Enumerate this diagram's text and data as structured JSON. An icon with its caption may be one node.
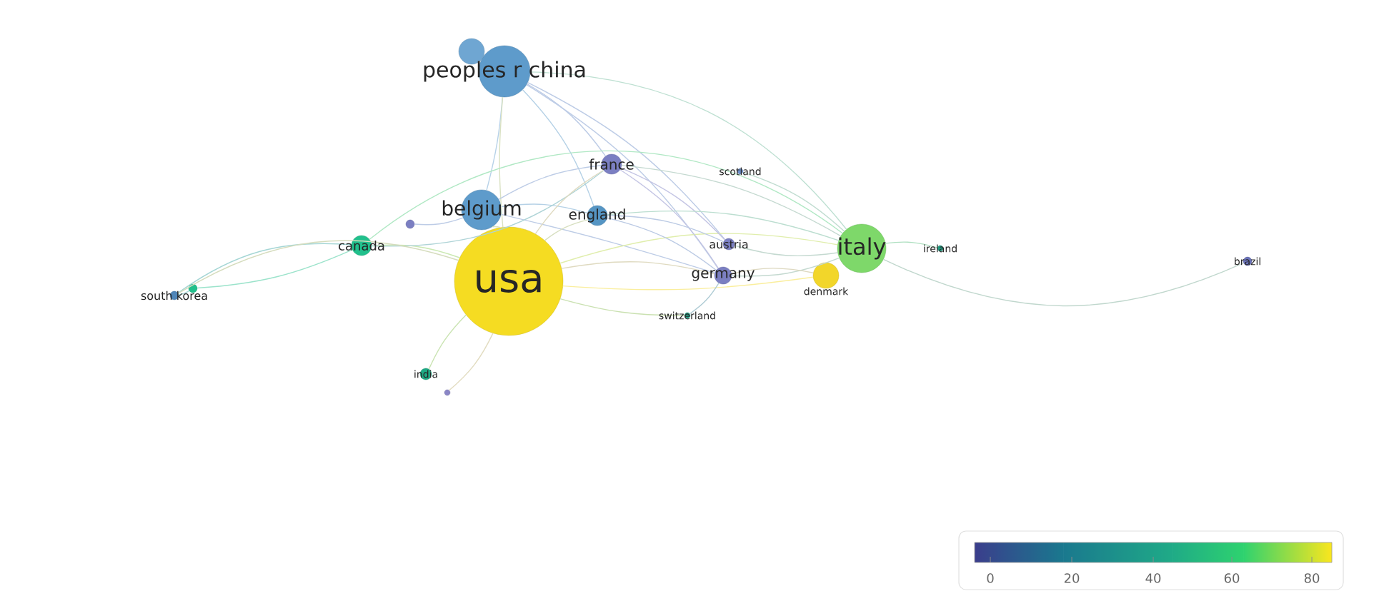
{
  "diagram": {
    "nodes": [
      {
        "text": [
          "peoples r china"
        ]
      },
      {
        "text": [],
        "shape": "circle"
      },
      {
        "text": [
          "belgium"
        ]
      },
      {
        "text": [
          "france"
        ]
      },
      {
        "text": [
          "scotland"
        ]
      },
      {
        "text": [
          "canada"
        ]
      },
      {
        "text": [
          "england"
        ]
      },
      {
        "text": [
          "usa"
        ]
      },
      {
        "text": [
          "austria"
        ]
      },
      {
        "text": [
          "italy"
        ]
      },
      {
        "text": [
          "ireland"
        ]
      },
      {
        "text": [
          "brazil"
        ]
      },
      {
        "text": [
          "germany"
        ]
      },
      {
        "text": [
          "denmark"
        ]
      },
      {
        "text": [
          "south korea"
        ]
      },
      {
        "text": [
          "switzerland"
        ]
      },
      {
        "text": [
          "india"
        ]
      },
      {
        "text": [],
        "shape": "circle"
      },
      {
        "text": [],
        "shape": "circle"
      },
      {
        "text": [],
        "shape": "circle"
      }
    ],
    "edges": [
      {
        "from": 0,
        "to": 2,
        "arrow": "none"
      },
      {
        "from": 0,
        "to": 7,
        "arrow": "none"
      },
      {
        "from": 0,
        "to": 3,
        "arrow": "none"
      },
      {
        "from": 0,
        "to": 6,
        "arrow": "none"
      },
      {
        "from": 0,
        "to": 12,
        "arrow": "none"
      },
      {
        "from": 0,
        "to": 8,
        "arrow": "none"
      },
      {
        "from": 0,
        "to": 9,
        "arrow": "none"
      },
      {
        "from": 2,
        "to": 7,
        "arrow": "none"
      },
      {
        "from": 2,
        "to": 3,
        "arrow": "none"
      },
      {
        "from": 2,
        "to": 6,
        "arrow": "none"
      },
      {
        "from": 2,
        "to": 12,
        "arrow": "none"
      },
      {
        "from": 2,
        "to": 17,
        "arrow": "none"
      },
      {
        "from": 5,
        "to": 7,
        "arrow": "none"
      },
      {
        "from": 5,
        "to": 3,
        "arrow": "none"
      },
      {
        "from": 5,
        "to": 9,
        "arrow": "none"
      },
      {
        "from": 5,
        "to": 18,
        "arrow": "none"
      },
      {
        "from": 5,
        "to": 14,
        "arrow": "none"
      },
      {
        "from": 7,
        "to": 3,
        "arrow": "none"
      },
      {
        "from": 7,
        "to": 6,
        "arrow": "none"
      },
      {
        "from": 7,
        "to": 12,
        "arrow": "none"
      },
      {
        "from": 7,
        "to": 9,
        "arrow": "none"
      },
      {
        "from": 7,
        "to": 13,
        "arrow": "none"
      },
      {
        "from": 7,
        "to": 15,
        "arrow": "none"
      },
      {
        "from": 7,
        "to": 16,
        "arrow": "none"
      },
      {
        "from": 7,
        "to": 19,
        "arrow": "none"
      },
      {
        "from": 7,
        "to": 14,
        "arrow": "none"
      },
      {
        "from": 3,
        "to": 12,
        "arrow": "none"
      },
      {
        "from": 3,
        "to": 8,
        "arrow": "none"
      },
      {
        "from": 3,
        "to": 9,
        "arrow": "none"
      },
      {
        "from": 6,
        "to": 12,
        "arrow": "none"
      },
      {
        "from": 6,
        "to": 8,
        "arrow": "none"
      },
      {
        "from": 6,
        "to": 9,
        "arrow": "none"
      },
      {
        "from": 4,
        "to": 9,
        "arrow": "none"
      },
      {
        "from": 9,
        "to": 10,
        "arrow": "none"
      },
      {
        "from": 9,
        "to": 11,
        "arrow": "none"
      },
      {
        "from": 9,
        "to": 12,
        "arrow": "none"
      },
      {
        "from": 9,
        "to": 8,
        "arrow": "none"
      },
      {
        "from": 12,
        "to": 13,
        "arrow": "none"
      },
      {
        "from": 12,
        "to": 15,
        "arrow": "none"
      },
      {
        "from": 18,
        "to": 14,
        "arrow": "none"
      }
    ],
    "labels": [
      "0",
      "20",
      "40",
      "60",
      "80"
    ]
  }
}
